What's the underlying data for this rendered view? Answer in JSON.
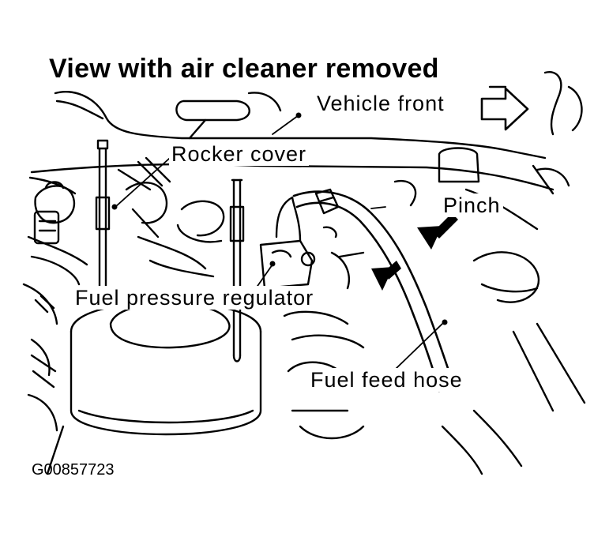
{
  "title": "View with air cleaner removed",
  "labels": {
    "vehicle_front": "Vehicle front",
    "rocker_cover": "Rocker cover",
    "pinch": "Pinch",
    "fuel_pressure_regulator": "Fuel pressure regulator",
    "fuel_feed_hose": "Fuel feed hose"
  },
  "figure_id": "G00857723",
  "colors": {
    "ink": "#000000",
    "paper": "#ffffff"
  }
}
